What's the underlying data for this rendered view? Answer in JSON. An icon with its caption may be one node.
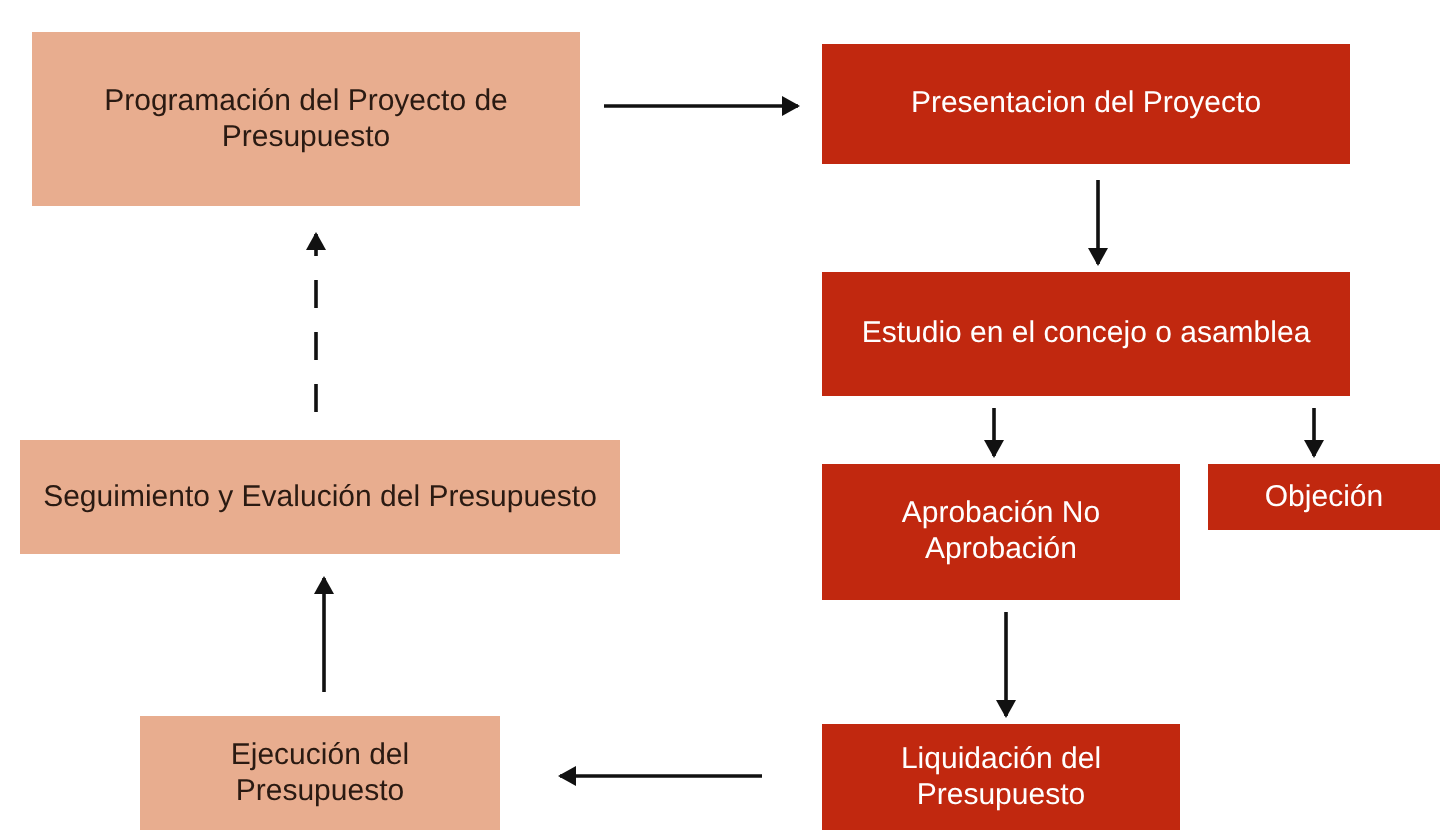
{
  "diagram": {
    "nodes": [
      {
        "text": [
          "Programación del Proyecto de Presupuesto"
        ]
      },
      {
        "text": [
          "Presentacion del Proyecto"
        ]
      },
      {
        "text": [
          "Estudio en el concejo o asamblea"
        ]
      },
      {
        "text": [
          "Aprobación No Aprobación"
        ]
      },
      {
        "text": [
          "Objeción"
        ]
      },
      {
        "text": [
          "Liquidación del Presupuesto"
        ]
      },
      {
        "text": [
          "Ejecución del Presupuesto"
        ]
      },
      {
        "text": [
          "Seguimiento y Evalución del Presupuesto"
        ]
      }
    ],
    "edges": [
      {
        "from": 0,
        "to": 1,
        "arrow": "to"
      },
      {
        "from": 1,
        "to": 2,
        "arrow": "to"
      },
      {
        "from": 2,
        "to": 3,
        "arrow": "to"
      },
      {
        "from": 2,
        "to": 4,
        "arrow": "to"
      },
      {
        "from": 3,
        "to": 5,
        "arrow": "to"
      },
      {
        "from": 5,
        "to": 6,
        "arrow": "to"
      },
      {
        "from": 6,
        "to": 7,
        "arrow": "to"
      },
      {
        "from": 7,
        "to": 0,
        "arrow": "to",
        "style": "dashed"
      }
    ]
  }
}
